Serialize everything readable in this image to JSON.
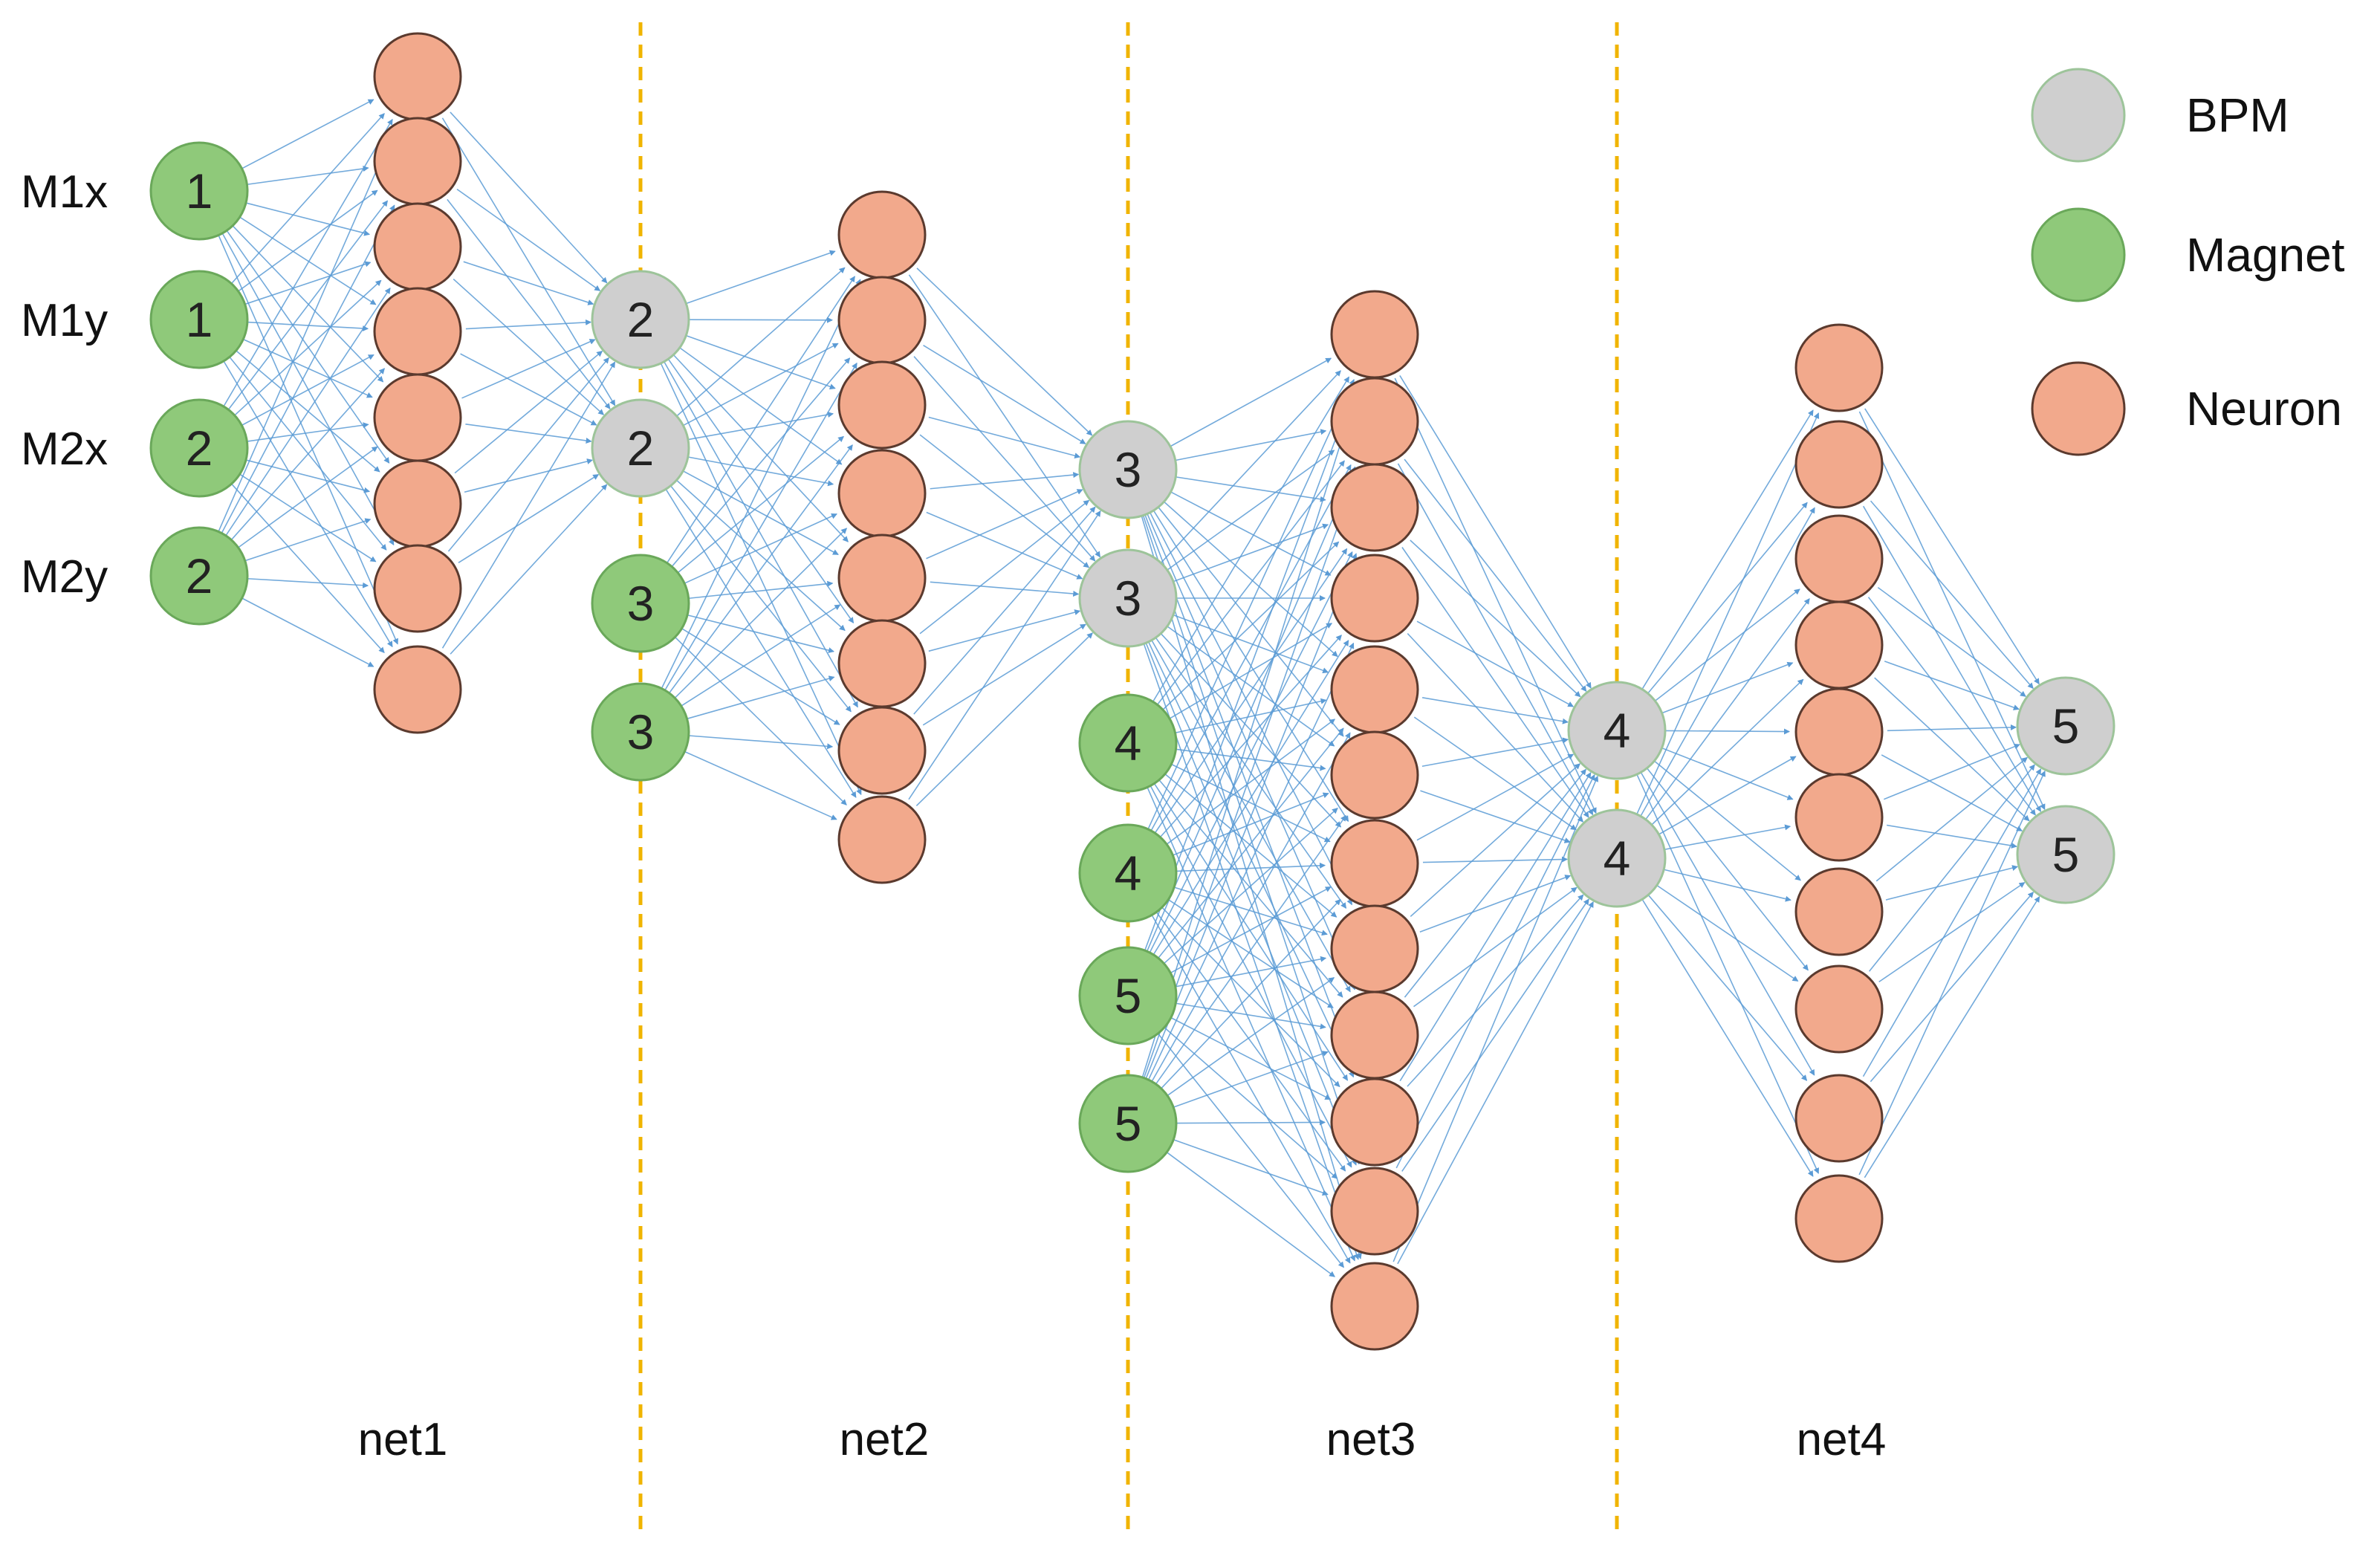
{
  "colors": {
    "magnet_fill": "#8fc97a",
    "magnet_stroke": "#6aa85a",
    "bpm_fill": "#cfcfcf",
    "bpm_stroke": "#9dc49a",
    "neuron_fill": "#f2a98c",
    "neuron_stroke": "#5b3a2e",
    "edge": "#5b9bd5",
    "divider": "#f0b400"
  },
  "input_labels": [
    "M1x",
    "M1y",
    "M2x",
    "M2y"
  ],
  "columns": {
    "magnets_1": [
      "1",
      "1",
      "2",
      "2"
    ],
    "neurons_1": 8,
    "bpm_2": [
      "2",
      "2"
    ],
    "magnets_3": [
      "3",
      "3"
    ],
    "neurons_2": 8,
    "bpm_3": [
      "3",
      "3"
    ],
    "magnets_4_5": [
      "4",
      "4",
      "5",
      "5"
    ],
    "neurons_3": 12,
    "bpm_4": [
      "4",
      "4"
    ],
    "neurons_4": 10,
    "bpm_5": [
      "5",
      "5"
    ]
  },
  "networks": [
    "net1",
    "net2",
    "net3",
    "net4"
  ],
  "legend": [
    {
      "kind": "bpm",
      "label": "BPM"
    },
    {
      "kind": "magnet",
      "label": "Magnet"
    },
    {
      "kind": "neuron",
      "label": "Neuron"
    }
  ]
}
